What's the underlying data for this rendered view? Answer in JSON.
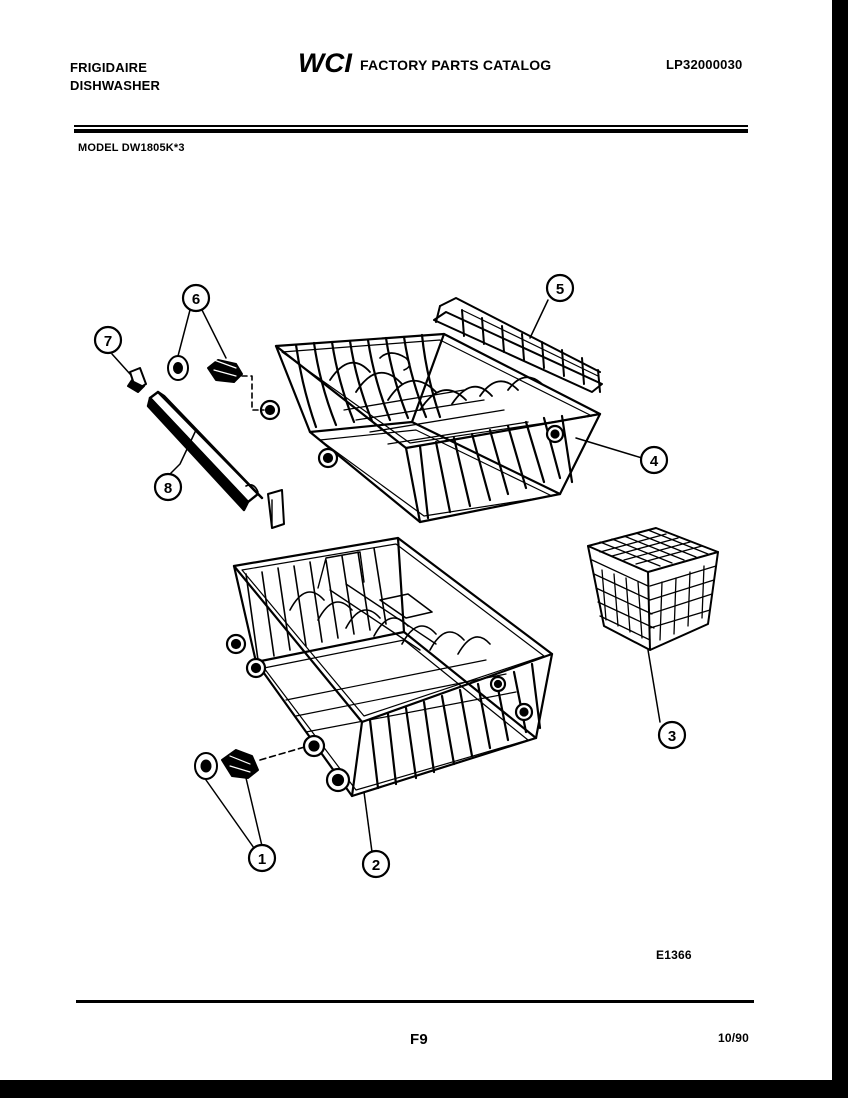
{
  "header": {
    "brand_line1": "FRIGIDAIRE",
    "brand_line2": "DISHWASHER",
    "logo_text": "WCI",
    "catalog_title": "FACTORY PARTS CATALOG",
    "catalog_number": "LP32000030",
    "model_line": "MODEL DW1805K*3"
  },
  "callouts": [
    "1",
    "2",
    "3",
    "4",
    "5",
    "6",
    "7",
    "8"
  ],
  "footer": {
    "drawing_id": "E1366",
    "page_label": "F9",
    "date": "10/90"
  }
}
